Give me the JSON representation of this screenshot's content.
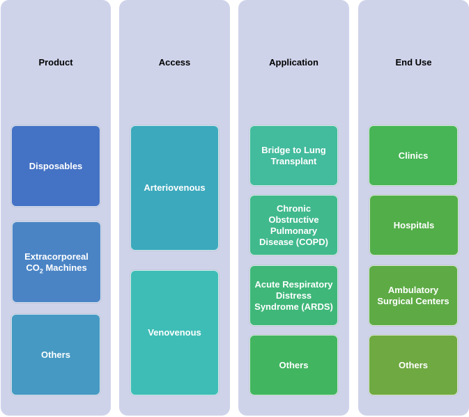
{
  "columns": [
    {
      "title": "Product",
      "items": [
        {
          "label": "Disposables",
          "color": "#4472c4"
        },
        {
          "label": "Extracorporeal CO",
          "sub": "2",
          "label_after": " Machines",
          "color": "#4a84c5"
        },
        {
          "label": "Others",
          "color": "#4699c2"
        }
      ]
    },
    {
      "title": "Access",
      "items": [
        {
          "label": "Arteriovenous",
          "color": "#3ca9bd"
        },
        {
          "label": "Venovenous",
          "color": "#3ebdb6"
        }
      ]
    },
    {
      "title": "Application",
      "items": [
        {
          "label": "Bridge to Lung Transplant",
          "color": "#43bb9d"
        },
        {
          "label": "Chronic Obstructive Pulmonary Disease (COPD)",
          "color": "#40b98d"
        },
        {
          "label": "Acute Respiratory Distress Syndrome (ARDS)",
          "color": "#3fb779"
        },
        {
          "label": "Others",
          "color": "#42b560"
        }
      ]
    },
    {
      "title": "End Use",
      "items": [
        {
          "label": "Clinics",
          "color": "#47b555"
        },
        {
          "label": "Hospitals",
          "color": "#52ae48"
        },
        {
          "label": "Ambulatory Surgical Centers",
          "color": "#5eab45"
        },
        {
          "label": "Others",
          "color": "#6fa941"
        }
      ]
    }
  ]
}
